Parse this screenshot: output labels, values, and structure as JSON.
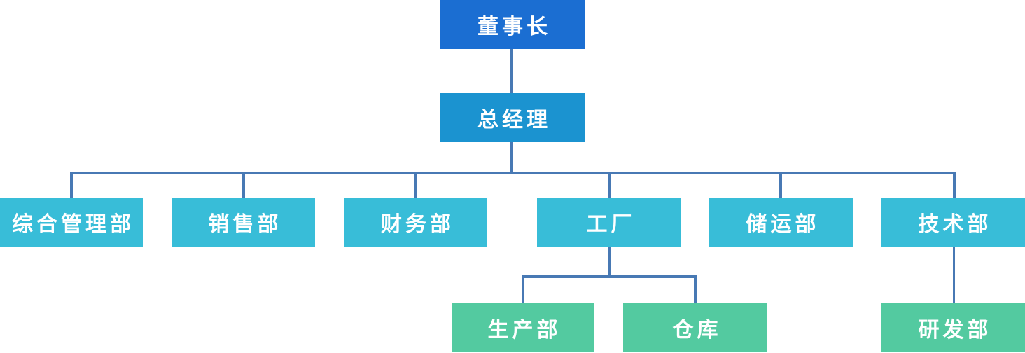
{
  "org_chart": {
    "colors": {
      "level1": "#1b6ed2",
      "level2": "#1b93d0",
      "level3": "#38bdd8",
      "level4": "#53caa0",
      "connector": "#4879b4",
      "text": "#ffffff"
    },
    "nodes": {
      "chairman": {
        "label": "董事长",
        "level": 1,
        "parent": null
      },
      "general_manager": {
        "label": "总经理",
        "level": 2,
        "parent": "chairman"
      },
      "general_admin": {
        "label": "综合管理部",
        "level": 3,
        "parent": "general_manager"
      },
      "sales": {
        "label": "销售部",
        "level": 3,
        "parent": "general_manager"
      },
      "finance": {
        "label": "财务部",
        "level": 3,
        "parent": "general_manager"
      },
      "factory": {
        "label": "工厂",
        "level": 3,
        "parent": "general_manager"
      },
      "storage_transport": {
        "label": "储运部",
        "level": 3,
        "parent": "general_manager"
      },
      "technology": {
        "label": "技术部",
        "level": 3,
        "parent": "general_manager"
      },
      "production": {
        "label": "生产部",
        "level": 4,
        "parent": "factory"
      },
      "warehouse": {
        "label": "仓库",
        "level": 4,
        "parent": "factory"
      },
      "rnd": {
        "label": "研发部",
        "level": 4,
        "parent": "technology"
      }
    }
  }
}
